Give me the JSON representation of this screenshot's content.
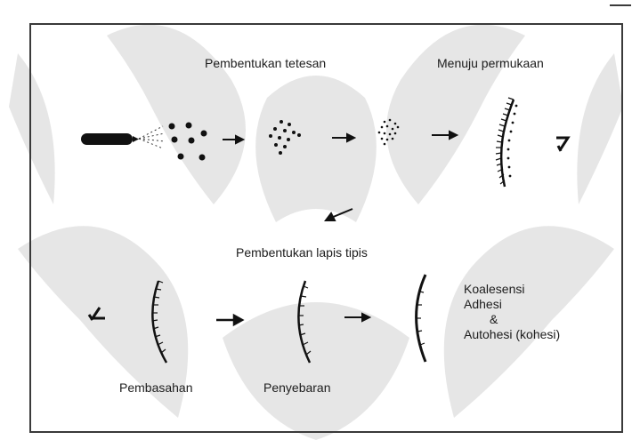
{
  "labels": {
    "droplet_formation": "Pembentukan tetesan",
    "to_surface": "Menuju permukaan",
    "thin_film_formation": "Pembentukan lapis tipis",
    "wetting": "Pembasahan",
    "spreading": "Penyebaran",
    "coalescence_1": "Koalesensi",
    "coalescence_2": "Adhesi",
    "coalescence_3": "&",
    "coalescence_4": "Autohesi (kohesi)"
  },
  "colors": {
    "ink": "#111111",
    "frame": "#333333",
    "watermark": "#e3e3e3"
  }
}
